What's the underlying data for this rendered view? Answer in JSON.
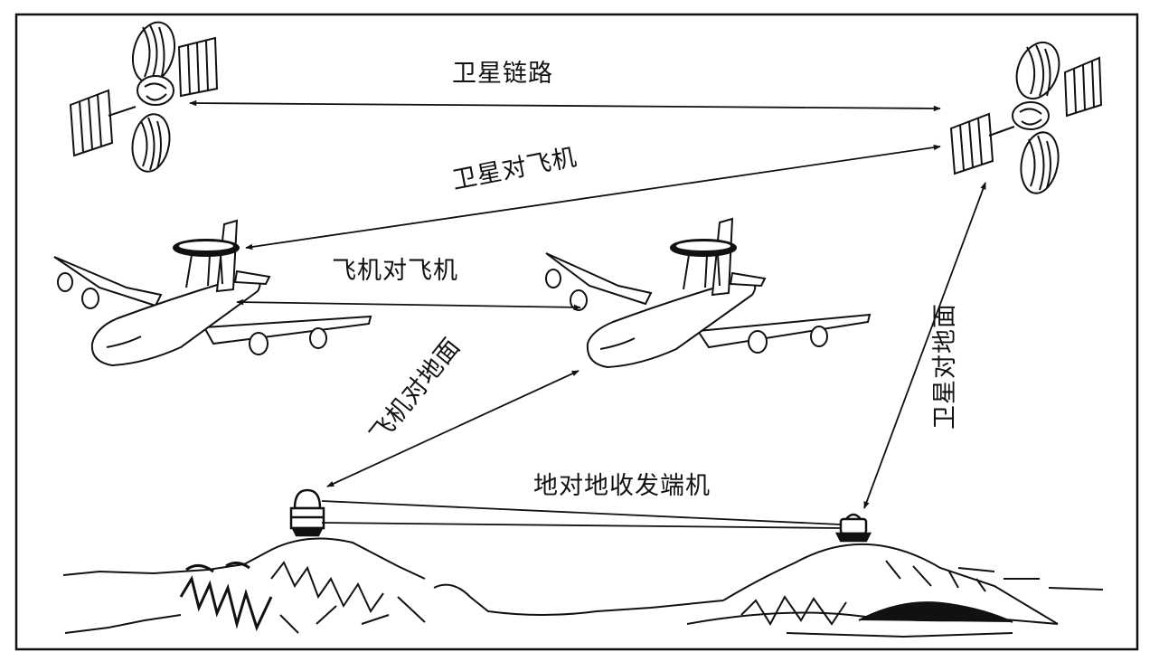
{
  "labels": {
    "satellite_link": "卫星链路",
    "satellite_to_aircraft": "卫星对飞机",
    "aircraft_to_aircraft": "飞机对飞机",
    "aircraft_to_ground": "飞机对地面",
    "ground_to_ground": "地对地收发端机",
    "satellite_to_ground": "卫星对地面"
  },
  "colors": {
    "ink": "#111111",
    "background": "#ffffff"
  }
}
